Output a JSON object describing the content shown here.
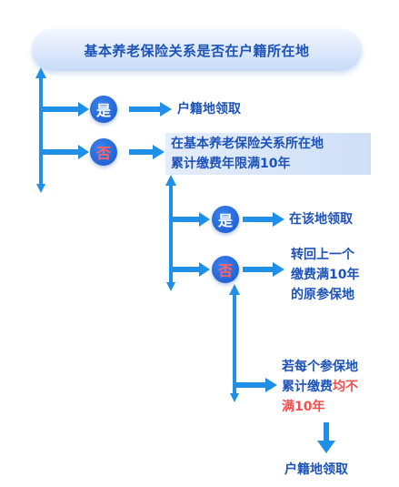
{
  "title": "基本养老保险关系是否在户籍所在地",
  "yes_label": "是",
  "no_label": "否",
  "branch1_yes_result": "户籍地领取",
  "branch1_no_condition": {
    "line1": "在基本养老保险关系所在地",
    "line2": "累计缴费年限满10年"
  },
  "branch2_yes_result": "在该地领取",
  "branch2_no_result": {
    "line1": "转回上一个",
    "line2": "缴费满10年",
    "line3": "的原参保地"
  },
  "branch3_condition": {
    "line1": "若每个参保地",
    "line2a": "累计缴费",
    "line2b": "均不",
    "line3": "满10年"
  },
  "final_result": "户籍地领取",
  "colors": {
    "primary_blue": "#1d53b8",
    "arrow_blue": "#1f8fe8",
    "highlight_red": "#f25050"
  }
}
